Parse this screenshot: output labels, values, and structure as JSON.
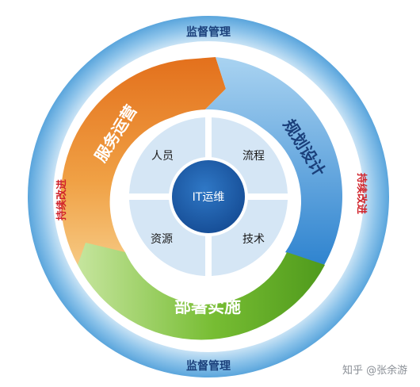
{
  "ring": {
    "top_label": "监督管理",
    "bottom_label": "监督管理",
    "left_label": "持续改进",
    "right_label": "持续改进"
  },
  "segments": {
    "left": "服务运营",
    "right": "规划设计",
    "bottom": "部署实施"
  },
  "quadrants": {
    "top_left": "人员",
    "top_right": "流程",
    "bottom_left": "资源",
    "bottom_right": "技术"
  },
  "center": "IT运维",
  "watermark": "知乎 @张余游",
  "colors": {
    "outer_ring": "#6fb2e2",
    "orange_arrow": "#e8741a",
    "blue_arrow": "#3f8fd3",
    "green_arrow": "#6cb52c",
    "center_circle": "#1f5fae",
    "quadrant": "#d5e6f5",
    "red_text": "#d0232b",
    "dark_text": "#1a3f7a"
  }
}
